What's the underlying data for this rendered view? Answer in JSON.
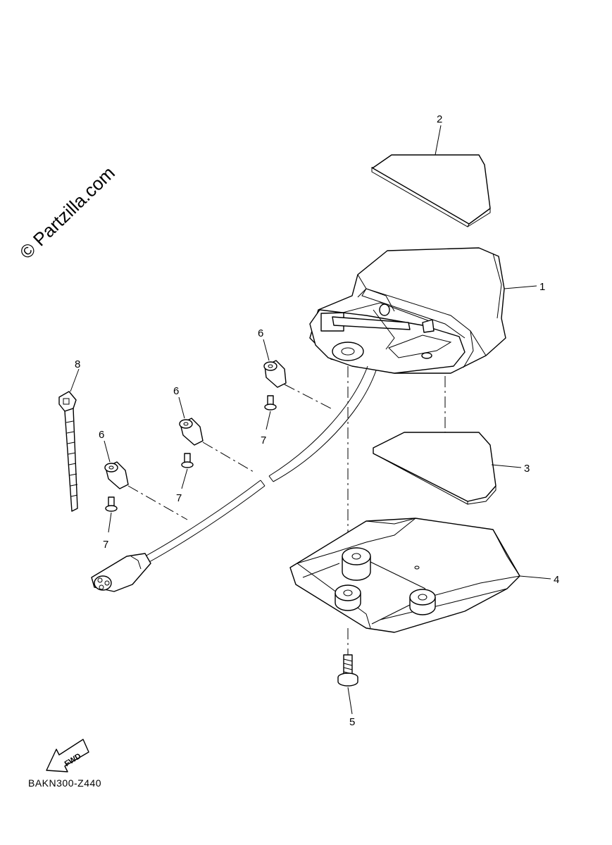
{
  "watermark": "© Partzilla.com",
  "diagram_code": "BAKN300-Z440",
  "fwd_label": "FWD",
  "callouts": {
    "c1": "1",
    "c2": "2",
    "c3": "3",
    "c4": "4",
    "c5": "5",
    "c6a": "6",
    "c6b": "6",
    "c6c": "6",
    "c7a": "7",
    "c7b": "7",
    "c7c": "7",
    "c8": "8"
  }
}
